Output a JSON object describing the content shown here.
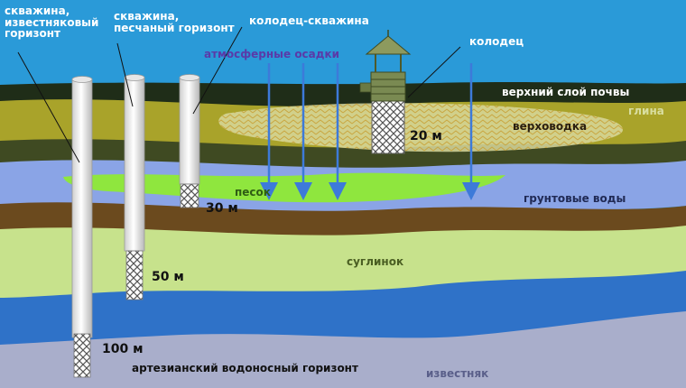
{
  "labels": {
    "well_limestone": [
      "скважина,",
      "известняковый",
      "горизонт"
    ],
    "well_sand": [
      "скважина,",
      "песчаный горизонт"
    ],
    "well_shaft": "колодец-скважина",
    "dug_well": "колодец",
    "precipitation": "атмосферные осадки",
    "topsoil": "верхний слой почвы",
    "clay": "глина",
    "perched_water": "верховодка",
    "sand": "песок",
    "groundwater": "грунтовые воды",
    "loam": "суглинок",
    "artesian": "артезианский водоносный горизонт",
    "limestone": "известняк"
  },
  "depths": {
    "dug_well": "20 м",
    "well_shaft": "30 м",
    "well_sand": "50 м",
    "well_limestone": "100 м"
  },
  "colors": {
    "sky": "#2a9ad8",
    "topsoil": "#1f2d18",
    "clay": "#a9a32a",
    "dark_earth": "#3f4a22",
    "groundwater": "#8aa4e6",
    "sand": "#8fe63e",
    "brown_band": "#6b4a1e",
    "loam": "#c7e28c",
    "artesian": "#2f72c8",
    "limestone": "#a9aecb",
    "arrow": "#3d7ad9",
    "text_light": "#ffffff",
    "text_dark": "#111111",
    "text_purple": "#5a3aa8"
  }
}
